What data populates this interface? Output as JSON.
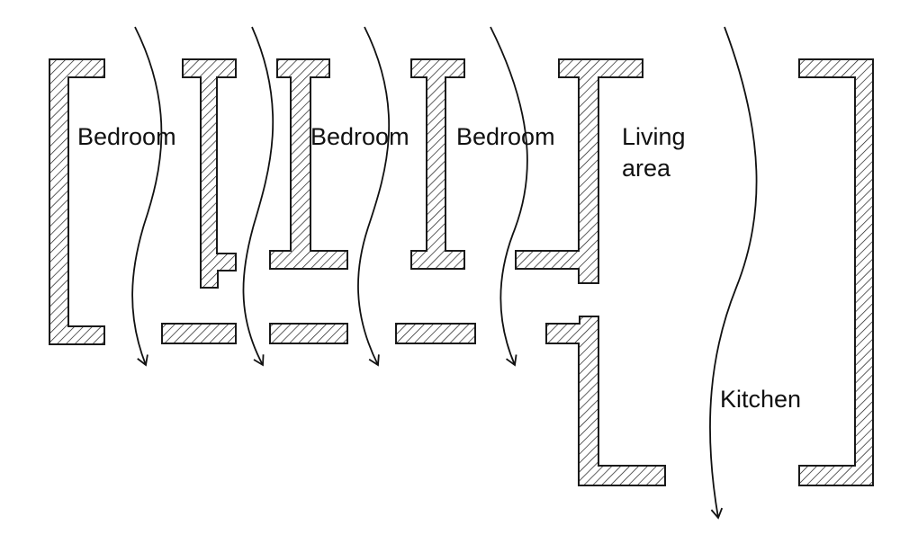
{
  "rooms": {
    "bedroom_1": "Bedroom",
    "bedroom_2": "Bedroom",
    "bedroom_3": "Bedroom",
    "living_line1": "Living",
    "living_line2": "area",
    "kitchen": "Kitchen"
  },
  "colors": {
    "wall_stroke": "#1a1a1a",
    "hatch": "#1a1a1a",
    "flow_arrow": "#111111",
    "text": "#111111"
  }
}
